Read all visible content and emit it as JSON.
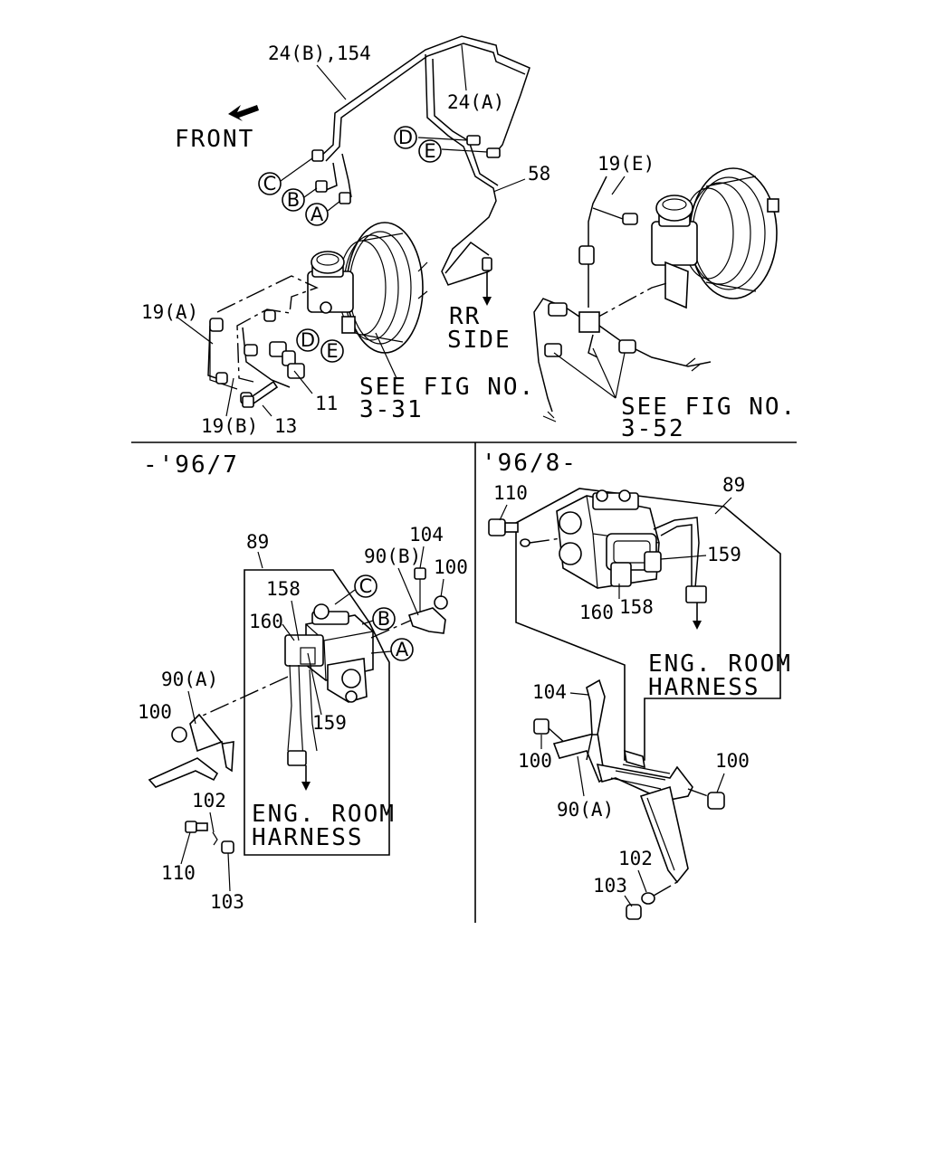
{
  "labels": {
    "lines_24b_154": "24(B),154",
    "line_24a": "24(A)",
    "front": "FRONT",
    "part_58": "58",
    "part_19e": "19(E)",
    "part_19a": "19(A)",
    "part_19b": "19(B)",
    "part_11": "11",
    "part_13": "13",
    "rr": "RR",
    "side": "SIDE",
    "see_fig_1": "SEE FIG NO.",
    "fig_331": "3-31",
    "see_fig_2": "SEE FIG NO.",
    "fig_352": "3-52"
  },
  "circles": {
    "top_a": "A",
    "top_b": "B",
    "top_c": "C",
    "top_d": "D",
    "top_e": "E",
    "mid_d": "D",
    "mid_e": "E",
    "left_a": "A",
    "left_b": "B",
    "left_c": "C"
  },
  "left_panel": {
    "range": "-'96/7",
    "p89": "89",
    "p158": "158",
    "p160": "160",
    "p104": "104",
    "p90b": "90(B)",
    "p100a": "100",
    "p90a": "90(A)",
    "p100b": "100",
    "p159": "159",
    "p102": "102",
    "p110": "110",
    "p103": "103",
    "harness_1": "ENG. ROOM",
    "harness_2": "HARNESS"
  },
  "right_panel": {
    "range": "'96/8-",
    "p110": "110",
    "p89": "89",
    "p159": "159",
    "p160": "160",
    "p158": "158",
    "harness_1": "ENG. ROOM",
    "harness_2": "HARNESS",
    "p104": "104",
    "p100a": "100",
    "p100b": "100",
    "p90a": "90(A)",
    "p102": "102",
    "p103": "103"
  }
}
